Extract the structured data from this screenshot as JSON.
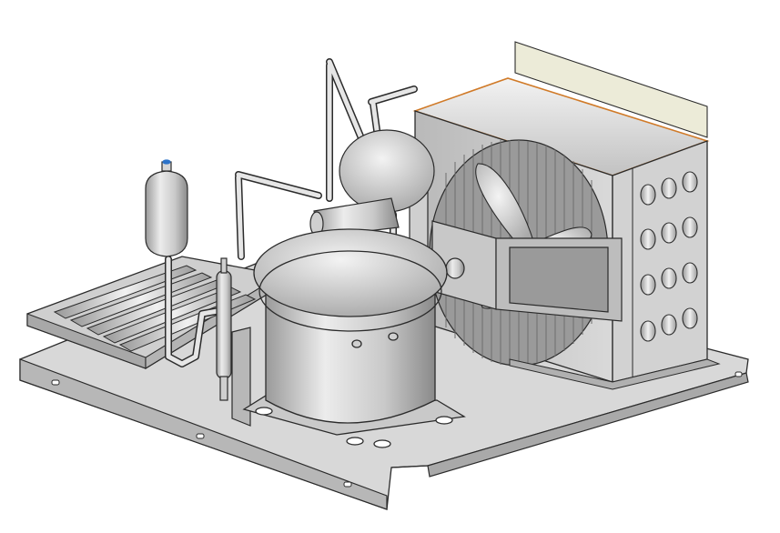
{
  "scene": {
    "subject": "condensing-unit-cad-render",
    "colors": {
      "background": "#ffffff",
      "metal_light": "#e4e4e4",
      "metal_mid": "#c4c4c4",
      "metal_dark": "#8e8e8e",
      "edge": "#2b2b2b",
      "highlight_edge": "#d07a28",
      "mount_plate": "#ecebd8",
      "sight_glass_cap": "#2c73c9"
    },
    "parts": {
      "base_plate": "base-plate",
      "condenser": "condenser-housing",
      "fan": "fan-blades",
      "coil_bends": "coil-return-bends",
      "compressor": "hermetic-compressor",
      "receiver": "liquid-receiver",
      "filter_drier": "filter-drier",
      "piping": "refrigerant-piping",
      "motor": "fan-motor-mount"
    }
  }
}
